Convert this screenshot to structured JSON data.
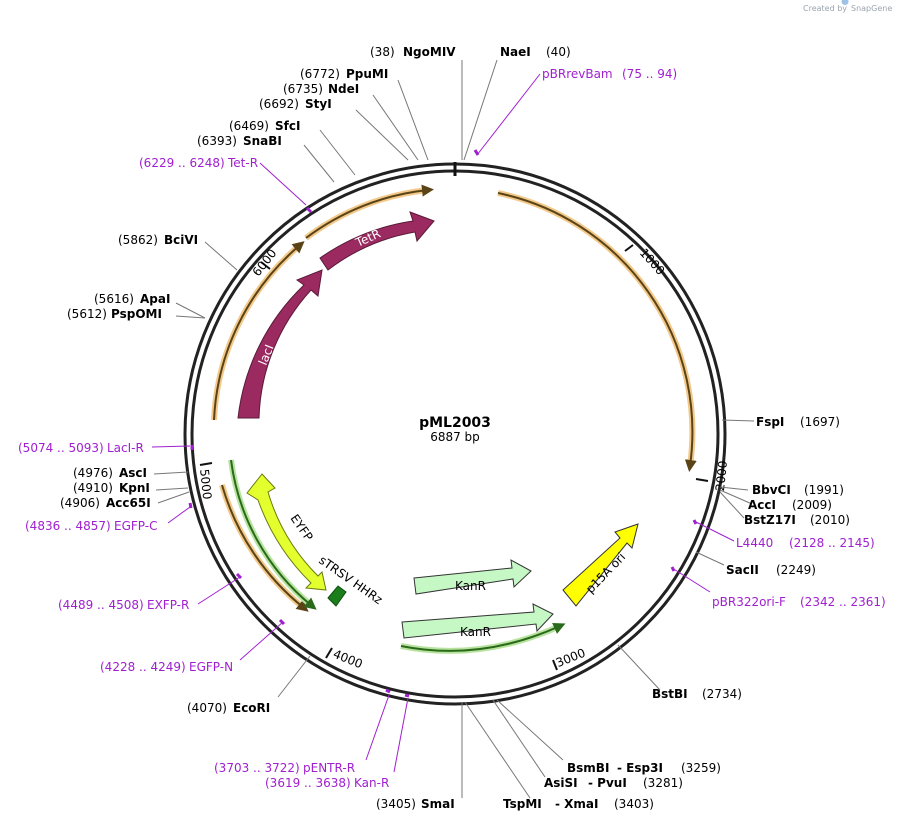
{
  "credit": {
    "prefix": "Created by",
    "brand": "SnapGene"
  },
  "plasmid": {
    "name": "pML2003",
    "size": "6887 bp"
  },
  "ticks": [
    "1000",
    "2000",
    "3000",
    "4000",
    "5000",
    "6000"
  ],
  "features": [
    {
      "name": "TetR",
      "color": "#9b2a61"
    },
    {
      "name": "lacI",
      "color": "#9b2a61"
    },
    {
      "name": "EYFP",
      "color": "#e3ff2e"
    },
    {
      "name": "sTRSV HHRz",
      "color": "#1a7f1a"
    },
    {
      "name": "KanR",
      "color": "#c6f8c6"
    },
    {
      "name": "KanR",
      "color": "#c6f8c6"
    },
    {
      "name": "p15A ori",
      "color": "#ffff00"
    }
  ],
  "sites": [
    {
      "pos": "(38)",
      "name": "NgoMIV"
    },
    {
      "name": "NaeI",
      "pos": "(40)"
    },
    {
      "pos": "(6772)",
      "name": "PpuMI"
    },
    {
      "pos": "(6735)",
      "name": "NdeI"
    },
    {
      "pos": "(6692)",
      "name": "StyI"
    },
    {
      "pos": "(6469)",
      "name": "SfcI"
    },
    {
      "pos": "(6393)",
      "name": "SnaBI"
    },
    {
      "pos": "(5862)",
      "name": "BciVI"
    },
    {
      "pos": "(5616)",
      "name": "ApaI"
    },
    {
      "pos": "(5612)",
      "name": "PspOMI"
    },
    {
      "pos": "(4976)",
      "name": "AscI"
    },
    {
      "pos": "(4910)",
      "name": "KpnI"
    },
    {
      "pos": "(4906)",
      "name": "Acc65I"
    },
    {
      "pos": "(4070)",
      "name": "EcoRI"
    },
    {
      "pos": "(3405)",
      "name": "SmaI"
    },
    {
      "name": "TspMI",
      "extra": "- XmaI",
      "pos": "(3403)"
    },
    {
      "name": "AsiSI",
      "extra": "- PvuI",
      "pos": "(3281)"
    },
    {
      "name": "BsmBI",
      "extra": "- Esp3I",
      "pos": "(3259)"
    },
    {
      "name": "BstBI",
      "pos": "(2734)"
    },
    {
      "name": "SacII",
      "pos": "(2249)"
    },
    {
      "name": "BstZ17I",
      "pos": "(2010)"
    },
    {
      "name": "AccI",
      "pos": "(2009)"
    },
    {
      "name": "BbvCI",
      "pos": "(1991)"
    },
    {
      "name": "FspI",
      "pos": "(1697)"
    }
  ],
  "primers": [
    {
      "name": "pBRrevBam",
      "range": "(75 .. 94)"
    },
    {
      "range": "(6229 .. 6248)",
      "name": "Tet-R"
    },
    {
      "range": "(5074 .. 5093)",
      "name": "LacI-R"
    },
    {
      "range": "(4836 .. 4857)",
      "name": "EGFP-C"
    },
    {
      "range": "(4489 .. 4508)",
      "name": "EXFP-R"
    },
    {
      "range": "(4228 .. 4249)",
      "name": "EGFP-N"
    },
    {
      "range": "(3703 .. 3722)",
      "name": "pENTR-R"
    },
    {
      "range": "(3619 .. 3638)",
      "name": "Kan-R"
    },
    {
      "name": "L4440",
      "range": "(2128 .. 2145)"
    },
    {
      "name": "pBR322ori-F",
      "range": "(2342 .. 2361)"
    }
  ],
  "colors": {
    "primer": "#a020d0",
    "orf": "#e8a64a",
    "orf_outline": "#5a4316",
    "green_orf": "#7dc36a",
    "backbone": "#222222"
  }
}
